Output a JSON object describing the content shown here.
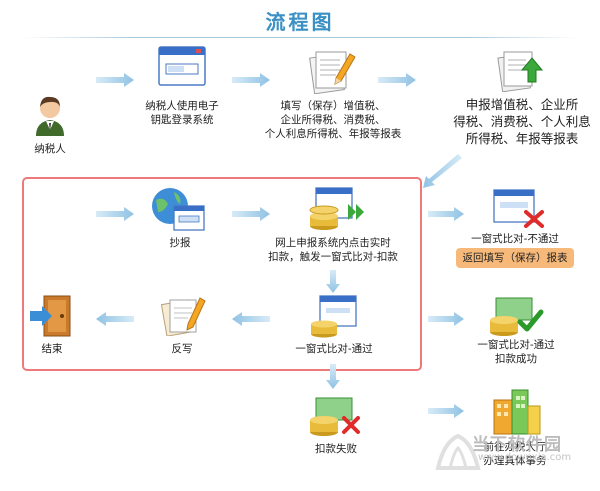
{
  "title": "流程图",
  "nodes": {
    "taxpayer": "纳税人",
    "login": [
      "纳税人使用电子",
      "钥匙登录系统"
    ],
    "fill": [
      "填写（保存）增值税、",
      "企业所得税、消费税、",
      "个人利息所得税、年报等报表"
    ],
    "declare": [
      "申报增值税、企业所",
      "得税、消费税、个人利息",
      "所得税、年报等报表"
    ],
    "copy_report": "抄报",
    "online_deduct": [
      "网上申报系统内点击实时",
      "扣款，触发一窗式比对-扣款"
    ],
    "compare_fail": "一窗式比对-不通过",
    "return_fill": "返回填写（保存）报表",
    "end": "结束",
    "reverse_write": "反写",
    "compare_pass": "一窗式比对-通过",
    "compare_pass_deduct": [
      "一窗式比对-通过",
      "扣款成功"
    ],
    "deduct_fail": "扣款失败",
    "go_hall": [
      "前往办税大厅",
      "办理具体事务"
    ]
  },
  "watermark": {
    "text": "当下软件园",
    "url": "www.downxia.com"
  },
  "colors": {
    "title": "#3a8fc4",
    "arrow": "#a9d0ea",
    "box": "#ec7a7a",
    "badge": "#f6b97a"
  }
}
